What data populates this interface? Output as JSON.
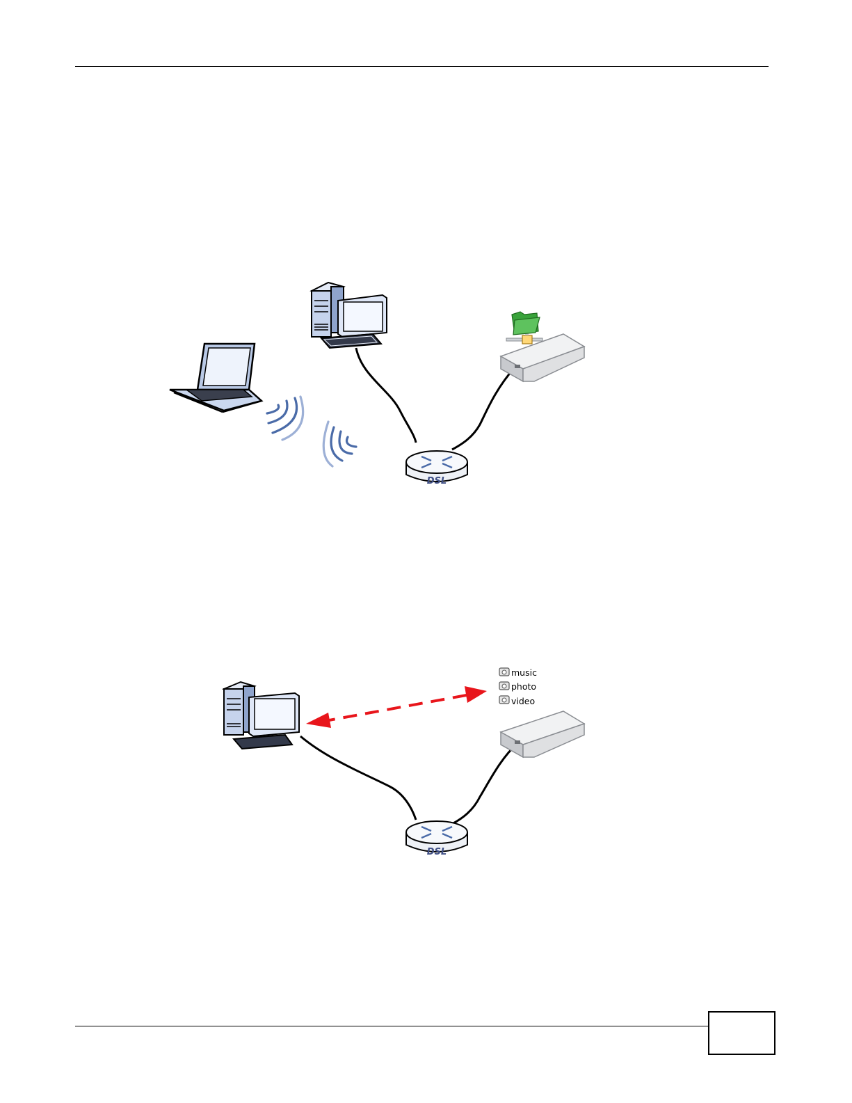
{
  "header": {},
  "figure1": {
    "router_label": "DSL"
  },
  "figure2": {
    "router_label": "DSL",
    "folders": [
      {
        "label": "music"
      },
      {
        "label": "photo"
      },
      {
        "label": "video"
      }
    ]
  },
  "footer": {
    "page_number": ""
  },
  "colors": {
    "arrow": "#e8151b",
    "cable": "#000000",
    "device_blue": "#d2ddf0",
    "screen_blue": "#e6eefc",
    "folder_green": "#39a33b",
    "storage_gray": "#dfe0e2"
  }
}
